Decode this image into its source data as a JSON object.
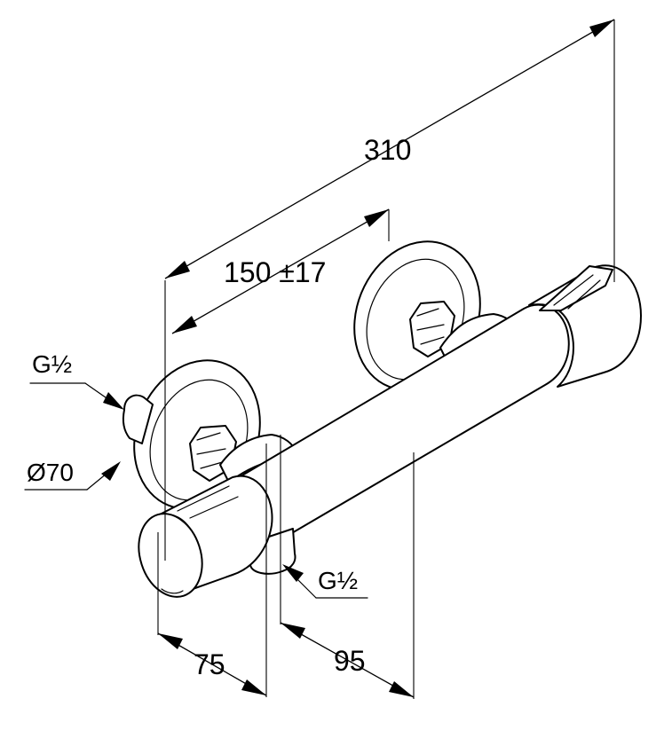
{
  "dimensions": {
    "overall_length": "310",
    "inlet_spacing": "150 ±17",
    "wall_projection_front": "75",
    "wall_projection_rear": "95"
  },
  "labels": {
    "thread_left": "G½",
    "flange_diameter": "Ø70",
    "thread_bottom": "G½"
  },
  "colors": {
    "line": "#000000",
    "background": "#ffffff"
  }
}
